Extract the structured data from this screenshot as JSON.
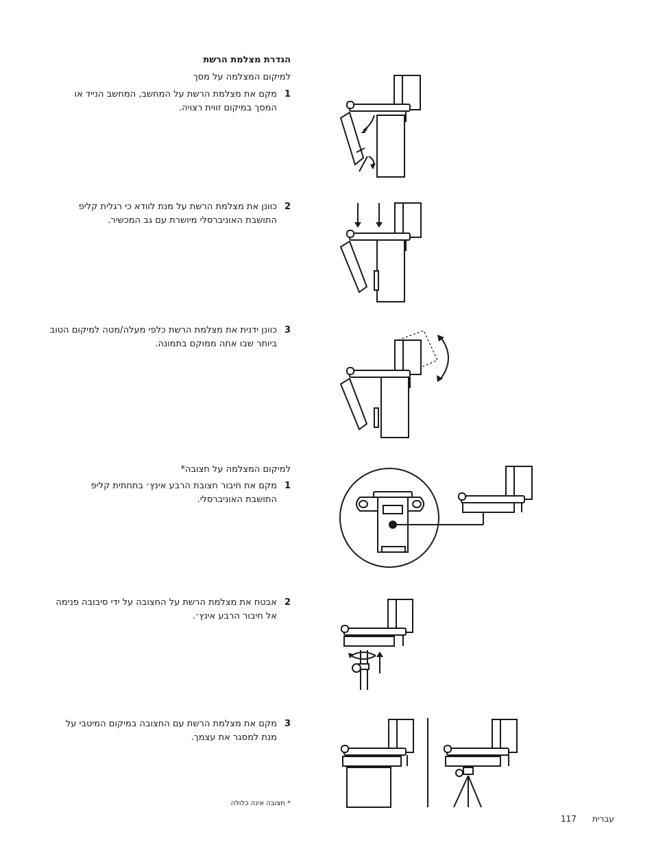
{
  "section_title": "הגדרת מצלמת הרשת",
  "monitor": {
    "subtitle": "למיקום המצלמה על מסך",
    "steps": [
      {
        "num": "1",
        "text": "מקם את מצלמת הרשת על המחשב, המחשב הנייד או המסך במיקום זווית רצויה."
      },
      {
        "num": "2",
        "text": "כוונן את מצלמת הרשת על מנת לוודא כי רגלית קליפ התושבת האוניברסלי מיושרת עם גב המכשיר."
      },
      {
        "num": "3",
        "text": "כוונן ידנית את מצלמת הרשת כלפי מעלה/מטה למיקום הטוב ביותר שבו אתה ממוקם בתמונה."
      }
    ]
  },
  "tripod": {
    "subtitle": "למיקום המצלמה על חצובה*",
    "steps": [
      {
        "num": "1",
        "text": "מקם את חיבור חצובת הרבע אינץ׳ בתחתית קליפ התושבת האוניברסלי."
      },
      {
        "num": "2",
        "text": "אבטח את מצלמת הרשת על החצובה על ידי סיבובה פנימה אל חיבור הרבע אינץ׳."
      },
      {
        "num": "3",
        "text": "מקם את מצלמת הרשת עם החצובה במיקום המיטבי על מנת למסגר את עצמך."
      }
    ]
  },
  "footnote": "* חצובה אינה כלולה",
  "footer": {
    "language": "עברית",
    "page_number": "117"
  }
}
